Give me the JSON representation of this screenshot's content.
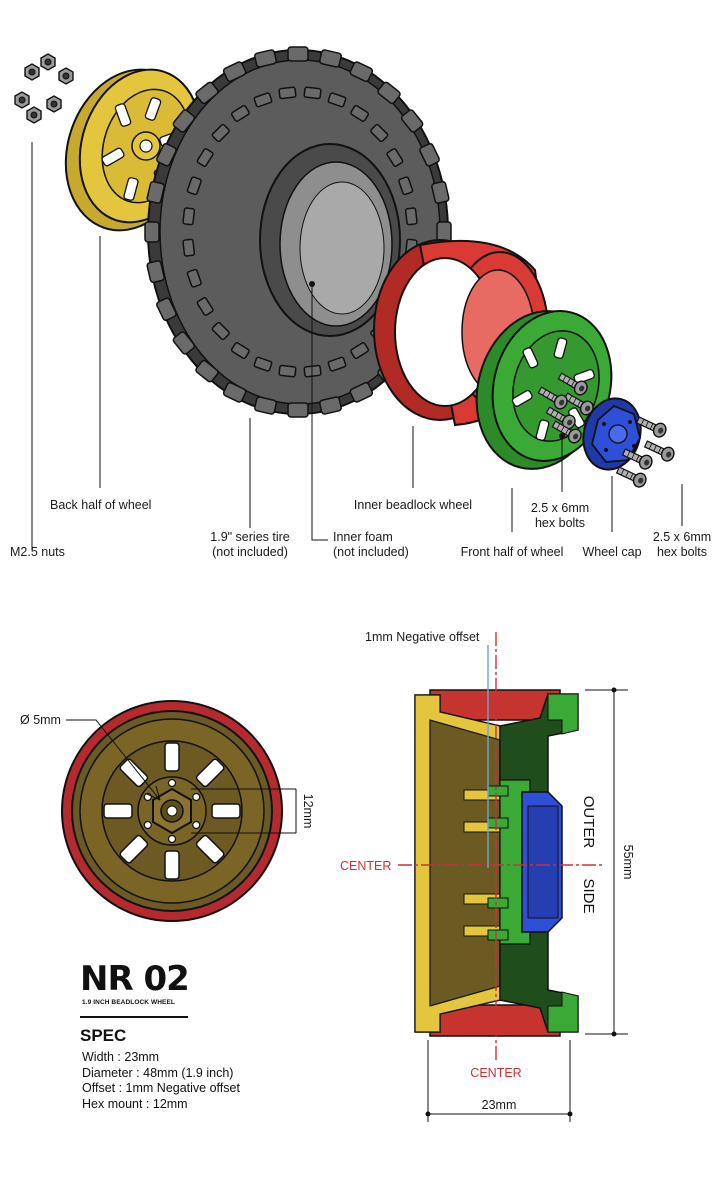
{
  "colors": {
    "back_half": "#e3c63d",
    "tire": "#5c5c5c",
    "inner_beadlock": "#d93a33",
    "front_half": "#3aa935",
    "wheel_cap": "#2f4fd8",
    "hardware": "#8d8d8d",
    "center_line": "#c8323c",
    "offset_line": "#6aa6d8"
  },
  "exploded_view": {
    "labels": {
      "nuts": "M2.5 nuts",
      "back_half": "Back half of wheel",
      "tire_line1": "1.9\" series tire",
      "tire_line2": "(not included)",
      "foam_line1": "Inner foam",
      "foam_line2": "(not included)",
      "beadlock": "Inner beadlock wheel",
      "bolts_inner_line1": "2.5 x 6mm",
      "bolts_inner_line2": "hex bolts",
      "front_half": "Front half of wheel",
      "wheel_cap": "Wheel cap",
      "bolts_outer_line1": "2.5 x 6mm",
      "bolts_outer_line2": "hex bolts"
    }
  },
  "front_view": {
    "hole_label": "Ø 5mm",
    "hex_label": "12mm"
  },
  "section_view": {
    "offset_label": "1mm Negative offset",
    "center_label_h": "CENTER",
    "center_label_v": "CENTER",
    "side_label_1": "OUTER",
    "side_label_2": "SIDE",
    "height_label": "55mm",
    "width_label": "23mm"
  },
  "product": {
    "logo": "NR 02",
    "subtitle": "1.9 INCH BEADLOCK WHEEL",
    "spec_title": "SPEC",
    "specs": [
      "Width : 23mm",
      "Diameter : 48mm (1.9 inch)",
      "Offset : 1mm Negative offset",
      "Hex mount : 12mm"
    ]
  }
}
